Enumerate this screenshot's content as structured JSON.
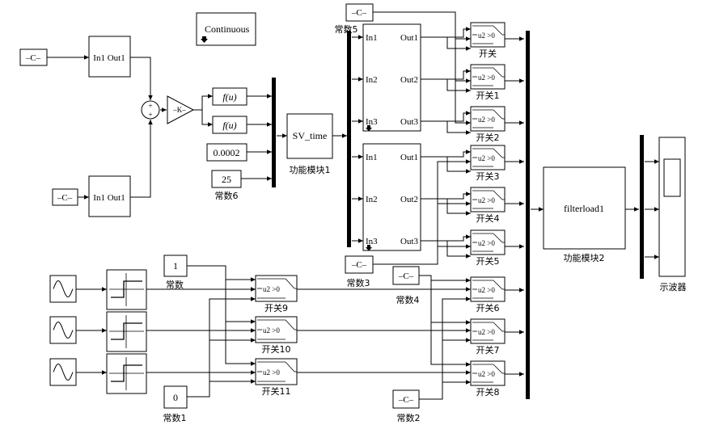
{
  "solver": "Continuous",
  "const_c": "–C–",
  "inout": "In1 Out1",
  "gain": "–K–",
  "fcn": "f(u)",
  "val_0002": "0.0002",
  "val_25": "25",
  "val_1": "1",
  "val_0": "0",
  "sv_time": "SV_time",
  "filterload": "filterload1",
  "port": {
    "in1": "In1",
    "in2": "In2",
    "in3": "In3",
    "out1": "Out1",
    "out2": "Out2",
    "out3": "Out3"
  },
  "switch_text": "u2 >0",
  "labels": {
    "c5": "常数5",
    "c6": "常数6",
    "c3": "常数3",
    "c4": "常数4",
    "c": "常数",
    "c1": "常数1",
    "c2": "常数2",
    "func1": "功能模块1",
    "func2": "功能模块2",
    "scope": "示波器",
    "sw": "开关",
    "sw1": "开关1",
    "sw2": "开关2",
    "sw3": "开关3",
    "sw4": "开关4",
    "sw5": "开关5",
    "sw6": "开关6",
    "sw7": "开关7",
    "sw8": "开关8",
    "sw9": "开关9",
    "sw10": "开关10",
    "sw11": "开关11"
  }
}
